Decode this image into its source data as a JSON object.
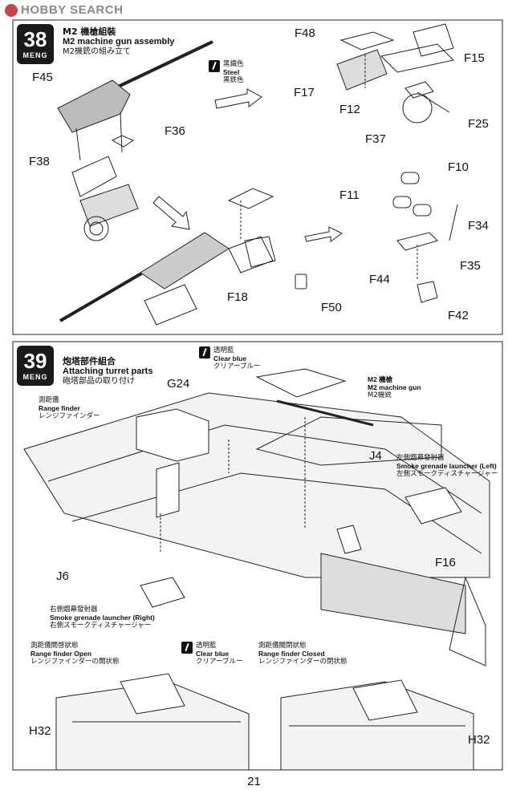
{
  "watermark": "HOBBY SEARCH",
  "step38": {
    "number": "38",
    "brand": "MENG",
    "title_cn": "M2 機槍組裝",
    "title_en": "M2 machine gun assembly",
    "title_jp": "M2機銃の組み立て",
    "paint": {
      "cn": "黑鐵色",
      "en": "Steel",
      "jp": "黒鉄色"
    },
    "labels": [
      "F45",
      "F36",
      "F38",
      "F48",
      "F17",
      "F15",
      "F12",
      "F25",
      "F37",
      "F10",
      "F11",
      "F34",
      "F35",
      "F44",
      "F42",
      "F18",
      "F50"
    ]
  },
  "step39": {
    "number": "39",
    "brand": "MENG",
    "title_cn": "炮塔部件組合",
    "title_en": "Attaching turret parts",
    "title_jp": "砲塔部品の取り付け",
    "paint_top": {
      "cn": "透明藍",
      "en": "Clear blue",
      "jp": "クリアーブルー"
    },
    "range_finder": {
      "cn": "測距儀",
      "en": "Range finder",
      "jp": "レンジファインダー"
    },
    "m2": {
      "cn": "M2 機槍",
      "en": "M2 machine gun",
      "jp": "M2機銃"
    },
    "smoke_left": {
      "cn": "左側烟幕發射器",
      "en": "Smoke grenade launcher (Left)",
      "jp": "左側スモークディスチャージャー"
    },
    "smoke_right": {
      "cn": "右側烟幕發射器",
      "en": "Smoke grenade launcher (Right)",
      "jp": "右側スモークディスチャージャー"
    },
    "labels": [
      "G24",
      "J4",
      "J6",
      "F16"
    ],
    "open": {
      "cn": "測距儀開啓狀態",
      "en": "Range finder Open",
      "jp": "レンジファインダーの開状態"
    },
    "paint_bottom": {
      "cn": "透明藍",
      "en": "Clear blue",
      "jp": "クリアーブルー"
    },
    "closed": {
      "cn": "測距儀關閉狀態",
      "en": "Range finder Closed",
      "jp": "レンジファインダーの閉状態"
    },
    "label_h32": "H32"
  },
  "page_number": "21"
}
